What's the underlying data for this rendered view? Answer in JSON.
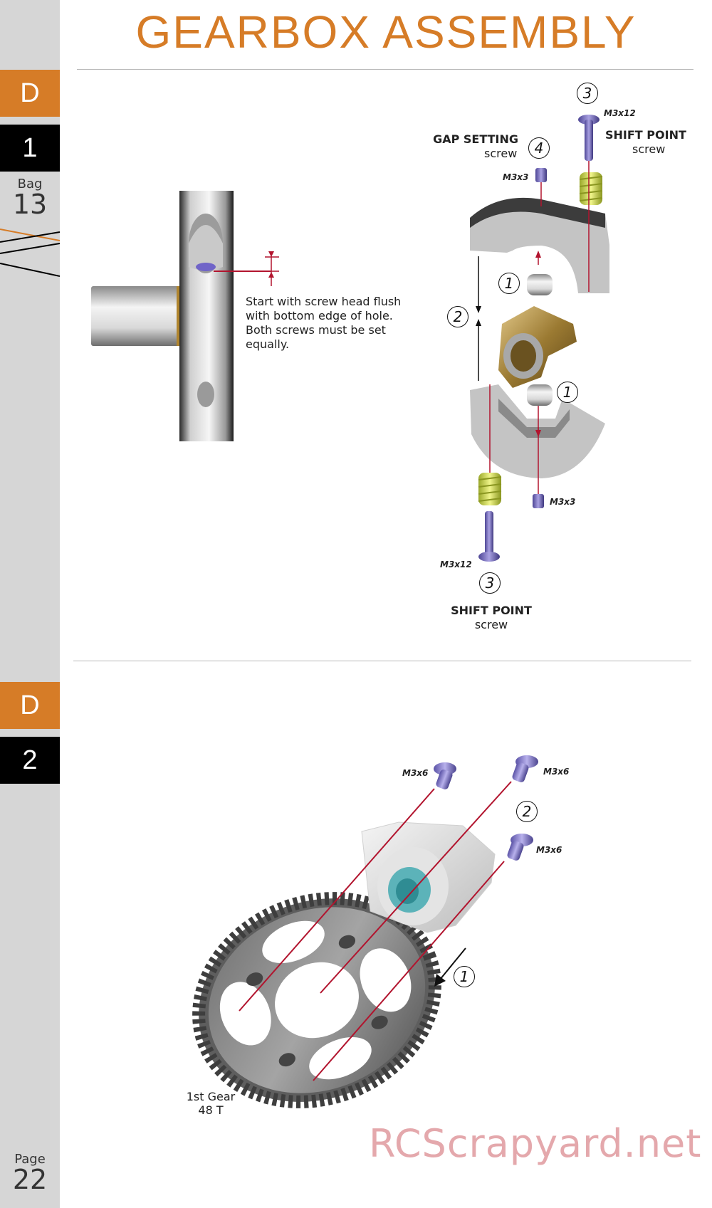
{
  "header": {
    "title": "GEARBOX  ASSEMBLY"
  },
  "sidebar": {
    "section1_letter": "D",
    "section1_step": "1",
    "bag_label": "Bag",
    "bag_number": "13",
    "section2_letter": "D",
    "section2_step": "2",
    "page_label": "Page",
    "page_number": "22"
  },
  "step1": {
    "note": "Start with screw head flush with bottom edge of hole. Both screws must be set equally.",
    "gap_setting": "GAP SETTING",
    "gap_setting_sub": "screw",
    "shift_point_top": "SHIFT POINT",
    "shift_point_top_sub": "screw",
    "shift_point_bottom": "SHIFT POINT",
    "shift_point_bottom_sub": "screw",
    "screw_top_right": "M3x12",
    "screw_top_small": "M3x3",
    "screw_bottom_small": "M3x3",
    "screw_bottom_long": "M3x12",
    "callouts": [
      "3",
      "4",
      "1",
      "2",
      "1",
      "3"
    ]
  },
  "step2": {
    "screws": [
      "M3x6",
      "M3x6",
      "M3x6"
    ],
    "callouts": [
      "2",
      "1"
    ],
    "gear_label_line1": "1st Gear",
    "gear_label_line2": "48 T"
  },
  "watermark": "RCScrapyard.net",
  "colors": {
    "accent": "#d67c27",
    "sidebar": "#d6d6d6",
    "leader": "#b2142e"
  }
}
